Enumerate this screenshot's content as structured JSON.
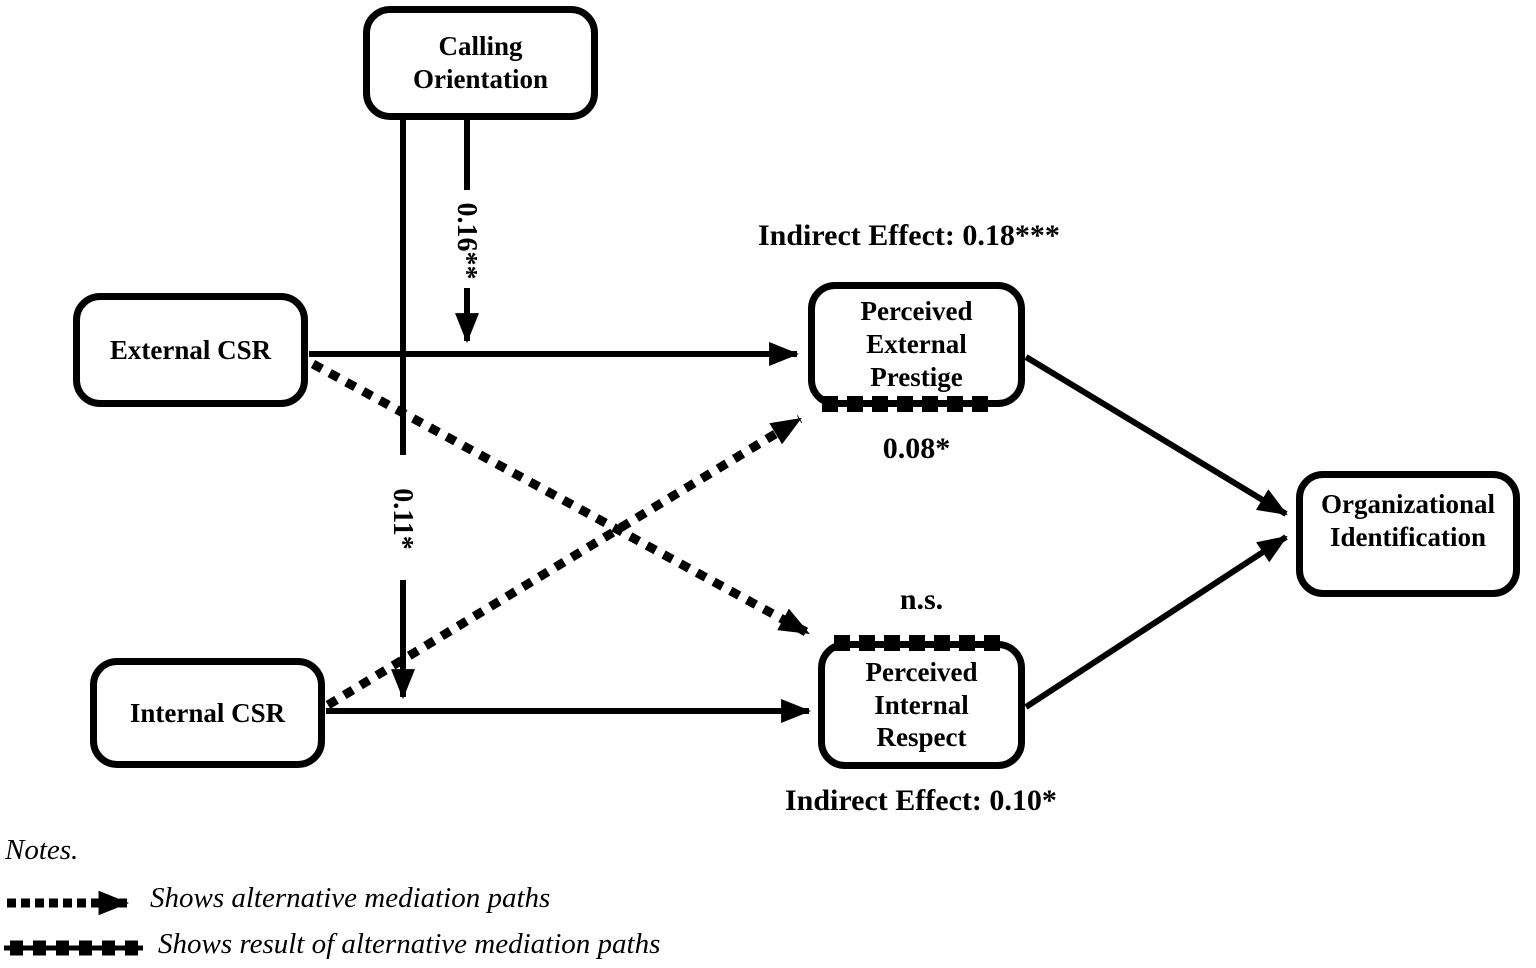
{
  "colors": {
    "ink": "#000000",
    "background": "#ffffff"
  },
  "boxes": {
    "calling_orientation": "Calling\nOrientation",
    "external_csr": "External CSR",
    "internal_csr": "Internal CSR",
    "perceived_external_prestige": "Perceived\nExternal\nPrestige",
    "perceived_internal_respect": "Perceived\nInternal\nRespect",
    "organizational_identification": "Organizational\nIdentification"
  },
  "path_labels": {
    "calling_to_external_path": "0.16**",
    "calling_to_internal_path": "0.11*",
    "indirect_effect_external": "Indirect Effect: 0.18***",
    "alt_path_external_result": "0.08*",
    "alt_path_internal_result": "n.s.",
    "indirect_effect_internal": "Indirect Effect: 0.10*"
  },
  "notes": {
    "title": "Notes.",
    "legend": [
      {
        "marker": "dotted-arrow",
        "text": "Shows alternative mediation paths"
      },
      {
        "marker": "square-dash-line",
        "text": "Shows result of alternative mediation paths"
      }
    ]
  }
}
